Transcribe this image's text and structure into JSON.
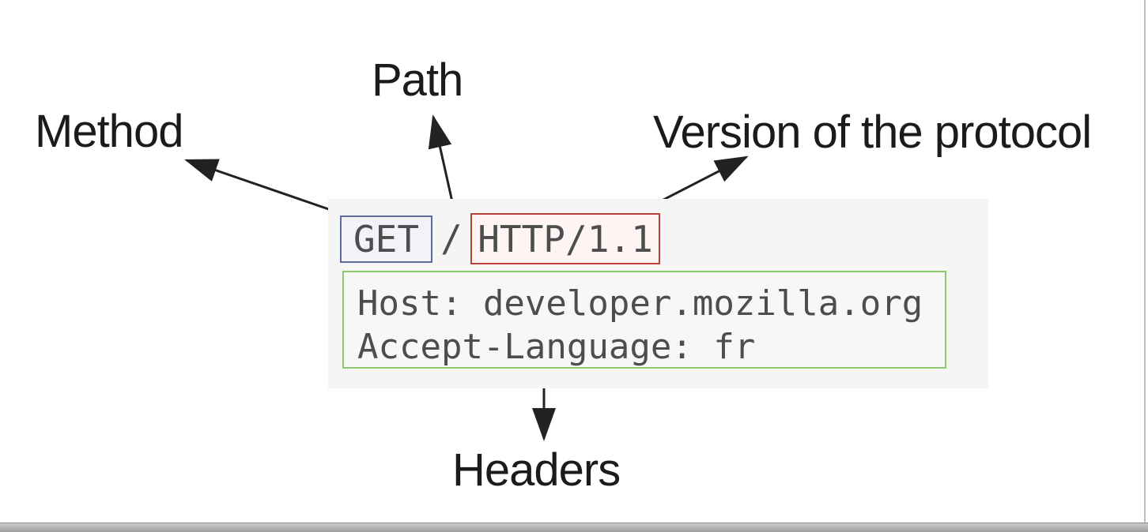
{
  "labels": {
    "method": "Method",
    "path": "Path",
    "version": "Version of the protocol",
    "headers": "Headers"
  },
  "request": {
    "method": "GET",
    "path": "/",
    "protocol": "HTTP/1.1",
    "header_lines": [
      "Host: developer.mozilla.org",
      "Accept-Language: fr"
    ]
  },
  "colors": {
    "method_box_border": "#5d6b9e",
    "method_box_fill": "#f1f3f9",
    "protocol_box_border": "#b8423c",
    "protocol_box_fill": "#fdf4f3",
    "headers_box_border": "#89ca6a",
    "headers_box_fill": "#f7f8f6",
    "panel_background": "#f5f5f5",
    "code_text": "#4d4d4d",
    "label_text": "#1b1b1b",
    "arrow": "#222222",
    "bottom_bar": "#b3b3b3"
  }
}
